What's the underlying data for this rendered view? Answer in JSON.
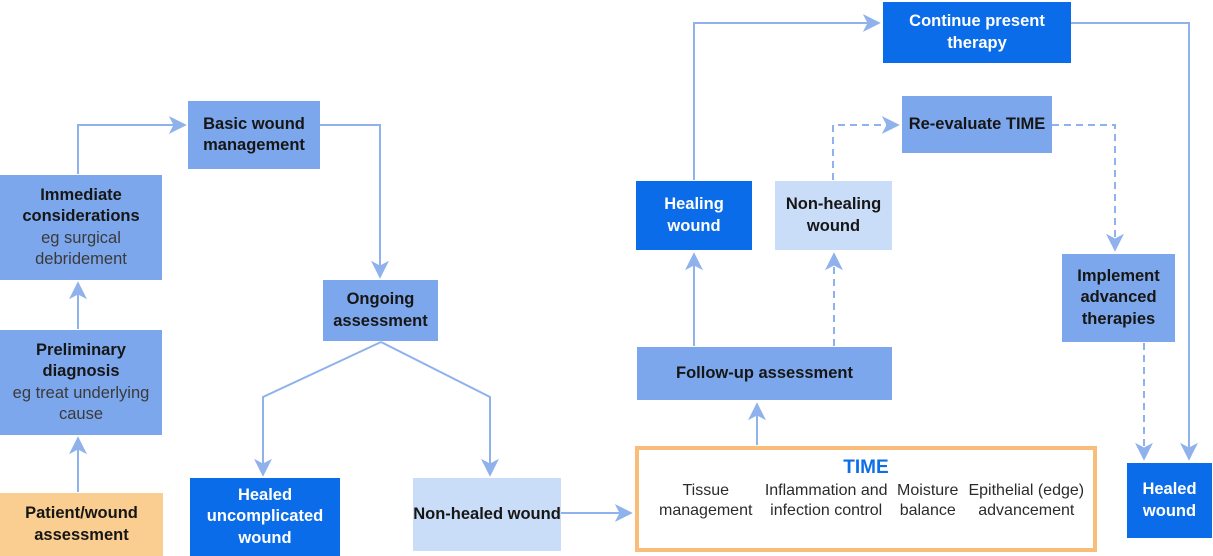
{
  "colors": {
    "medium_blue": "#7da7ec",
    "dark_blue": "#0a6ce9",
    "light_blue": "#c9dcf8",
    "orange": "#facd90",
    "time_border_orange": "#f7bd79",
    "time_title_blue": "#0d6ee8",
    "arrow_blue": "#8fb2ec"
  },
  "nodes": {
    "patient_wound_assessment": {
      "label": "Patient/wound assessment"
    },
    "preliminary_diagnosis": {
      "label": "Preliminary diagnosis",
      "note": "eg treat underlying cause"
    },
    "immediate_considerations": {
      "label": "Immediate considerations",
      "note": "eg surgical debridement"
    },
    "basic_wound_management": {
      "label": "Basic wound management"
    },
    "ongoing_assessment": {
      "label": "Ongoing assessment"
    },
    "healed_uncomplicated_wound": {
      "label": "Healed uncomplicated wound"
    },
    "non_healed_wound": {
      "label": "Non-healed wound"
    },
    "follow_up_assessment": {
      "label": "Follow-up assessment"
    },
    "healing_wound": {
      "label": "Healing wound"
    },
    "non_healing_wound": {
      "label": "Non-healing wound"
    },
    "continue_present_therapy": {
      "label": "Continue present therapy"
    },
    "re_evaluate_time": {
      "label": "Re-evaluate TIME"
    },
    "implement_advanced_therapies": {
      "label": "Implement advanced therapies"
    },
    "healed_wound": {
      "label": "Healed wound"
    },
    "time": {
      "title": "TIME",
      "columns": [
        "Tissue management",
        "Inflammation and infection control",
        "Moisture balance",
        "Epithelial (edge) advancement"
      ]
    }
  }
}
